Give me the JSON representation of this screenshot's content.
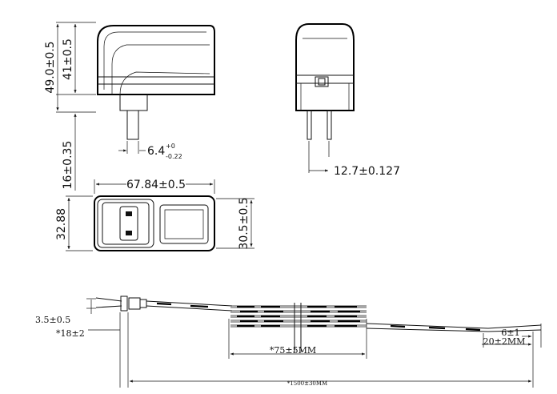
{
  "dimensions": {
    "total_height": "49.0±0.5",
    "body_height": "41±0.5",
    "pin_length": "16±0.35",
    "pin_width": "6.4",
    "pin_width_tol_upper": "+0",
    "pin_width_tol_lower": "-0.22",
    "pin_spacing": "12.7±0.127",
    "body_length": "67.84±0.5",
    "body_width": "32.88",
    "face_height": "30.5±0.5"
  },
  "cable": {
    "strip_gap": "3.5±0.5",
    "strain_relief": "*18±2",
    "bundle_length": "*75±5MM",
    "tip_strip": "6±1",
    "tail_length": "20±2MM",
    "total_length": "*1500±30MM"
  },
  "colors": {
    "line": "#111111",
    "background": "#ffffff"
  }
}
